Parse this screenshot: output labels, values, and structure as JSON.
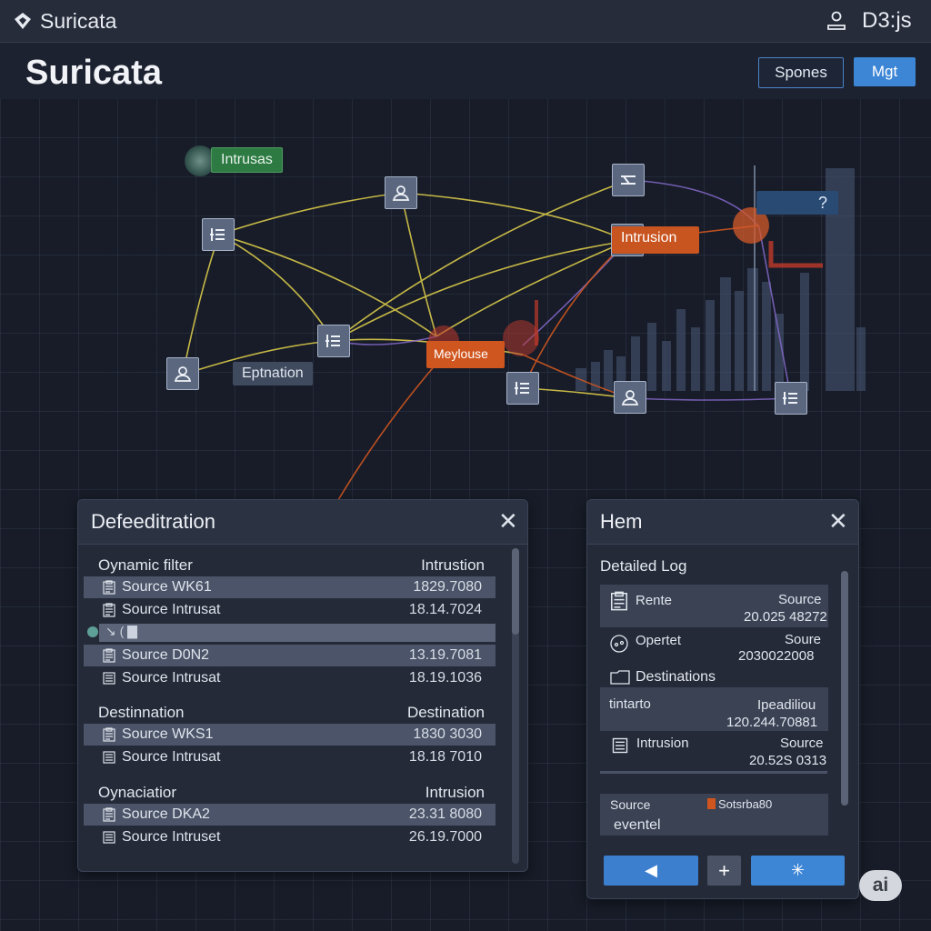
{
  "topbar": {
    "app_name": "Suricata",
    "user_name": "D3:js",
    "logo_icon": "suricata-logo-icon",
    "user_icon": "user-icon"
  },
  "header": {
    "title": "Suricata",
    "buttons": {
      "spones": "Spones",
      "mgt": "Mgt"
    }
  },
  "graph": {
    "labels": {
      "green": "Intrusas",
      "orange_main": "Intrusion",
      "orange_mid": "Meylouse",
      "grey": "Eptnation",
      "blue": "?"
    },
    "colors": {
      "edge_yellow": "#d9c94a",
      "edge_orange": "#d0561f",
      "edge_purple": "#8468c8",
      "node_fill": "#5a677f"
    }
  },
  "left_panel": {
    "title": "Defeeditration",
    "sections": [
      {
        "left": "Oynamic filter",
        "right": "Intrustion",
        "rows": [
          {
            "label": "Source WK61",
            "value": "1829.7080"
          },
          {
            "label": "Source Intrusat",
            "value": "18.14.7024"
          }
        ]
      },
      {
        "filter_text": "↘ ( ▇",
        "rows": [
          {
            "label": "Source D0N2",
            "value": "13.19.7081"
          },
          {
            "label": "Source Intrusat",
            "value": "18.19.1036"
          }
        ]
      },
      {
        "left": "Destinnation",
        "right": "Destination",
        "rows": [
          {
            "label": "Source WKS1",
            "value": "1830 3030"
          },
          {
            "label": "Source Intrusat",
            "value": "18.18 7010"
          }
        ]
      },
      {
        "left": "Oynaciatior",
        "right": "Intrusion",
        "rows": [
          {
            "label": "Source DKA2",
            "value": "23.31 8080"
          },
          {
            "label": "Source Intruset",
            "value": "26.19.7000"
          }
        ]
      }
    ]
  },
  "right_panel": {
    "title": "Hem",
    "subtitle": "Detailed Log",
    "entries": {
      "rente": {
        "label": "Rente",
        "right": "Source",
        "value": "20.025 48272"
      },
      "opertet": {
        "label": "Opertet",
        "right": "Soure",
        "value": "2030022008"
      },
      "destinations": {
        "label": "Destinations"
      },
      "tintarto": {
        "label": "tintarto",
        "right": "Ipeadiliou",
        "value": "120.244.70881"
      },
      "intrusion": {
        "label": "Intrusion",
        "right": "Source",
        "value": "20.52S 0313"
      },
      "source": {
        "label": "Source",
        "tag": "Sotsrba80",
        "value": "eventel"
      }
    },
    "buttons": {
      "back": "◀",
      "add": "+",
      "star": "✳"
    }
  },
  "badge": "ai"
}
